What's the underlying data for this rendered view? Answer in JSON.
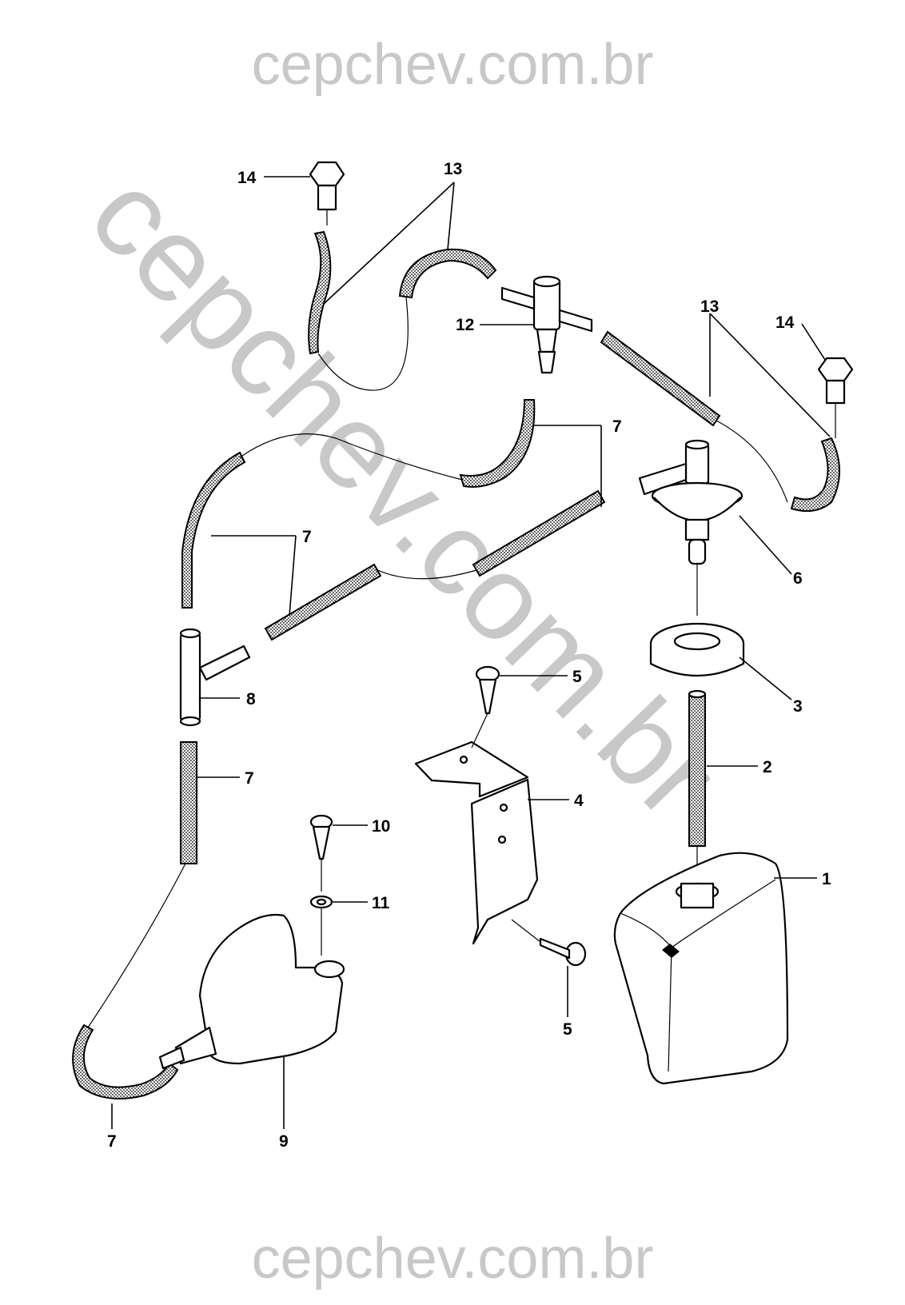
{
  "watermark": {
    "top": "cepchev.com.br",
    "diagonal": "cepchev.com.br",
    "bottom": "cepchev.com.br"
  },
  "callouts": {
    "c1": "1",
    "c2": "2",
    "c3": "3",
    "c4": "4",
    "c5a": "5",
    "c5b": "5",
    "c6": "6",
    "c7a": "7",
    "c7b": "7",
    "c7c": "7",
    "c7d": "7",
    "c8": "8",
    "c9": "9",
    "c10": "10",
    "c11": "11",
    "c12": "12",
    "c13a": "13",
    "c13b": "13",
    "c14a": "14",
    "c14b": "14"
  }
}
